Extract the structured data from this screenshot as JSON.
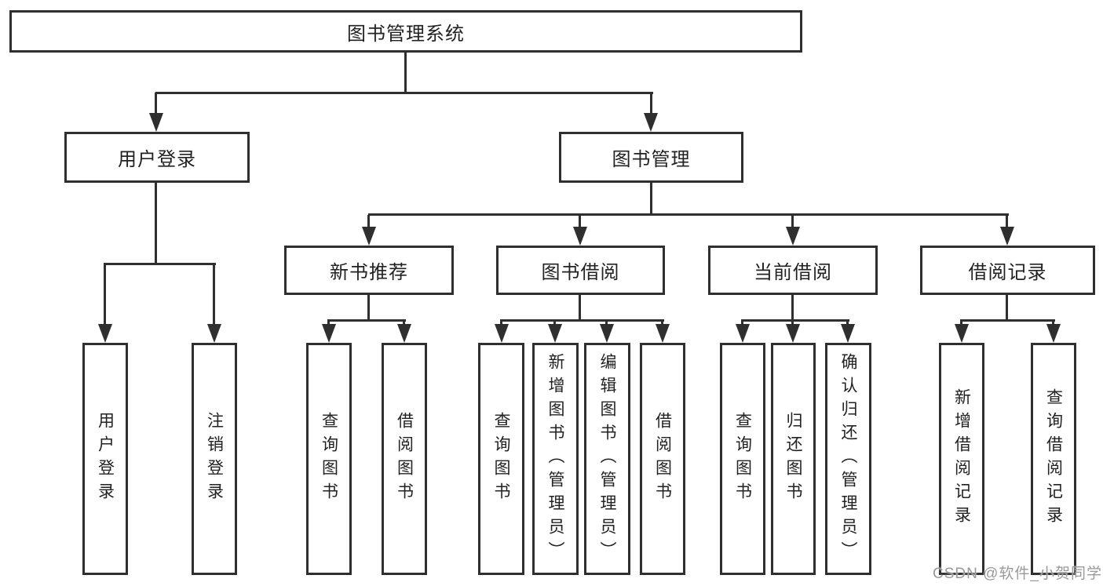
{
  "colors": {
    "line": "#2f2f2f",
    "text": "#222222",
    "watermark": "#9a9a9a",
    "background": "#ffffff"
  },
  "tree": {
    "root": {
      "label": "图书管理系统"
    },
    "level2": [
      {
        "label": "用户登录"
      },
      {
        "label": "图书管理"
      }
    ],
    "level3": [
      {
        "label": "新书推荐"
      },
      {
        "label": "图书借阅"
      },
      {
        "label": "当前借阅"
      },
      {
        "label": "借阅记录"
      }
    ],
    "leaves": {
      "user": [
        {
          "label": "用户登录"
        },
        {
          "label": "注销登录"
        }
      ],
      "new_book": [
        {
          "label": "查询图书"
        },
        {
          "label": "借阅图书"
        }
      ],
      "book_borrow": [
        {
          "label": "查询图书"
        },
        {
          "label": "新增图书（管理员）"
        },
        {
          "label": "编辑图书（管理员）"
        },
        {
          "label": "借阅图书"
        }
      ],
      "current_borrow": [
        {
          "label": "查询图书"
        },
        {
          "label": "归还图书"
        },
        {
          "label": "确认归还（管理员）"
        }
      ],
      "borrow_record": [
        {
          "label": "新增借阅记录"
        },
        {
          "label": "查询借阅记录"
        }
      ]
    }
  },
  "watermark": {
    "text": "CSDN @软件_小贺同学"
  }
}
